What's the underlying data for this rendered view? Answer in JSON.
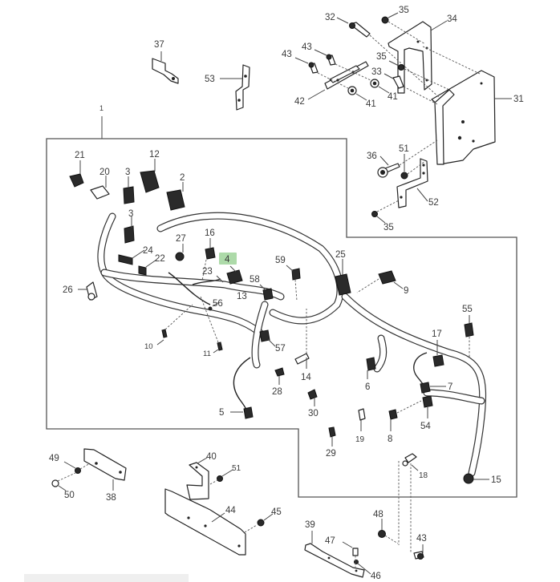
{
  "figure": {
    "type": "exploded parts diagram",
    "subject": "wiring harness assembly with mounting brackets",
    "highlighted_callout": "4",
    "highlight_color": "#9fd39a",
    "callouts": [
      {
        "id": "c1",
        "label": "1"
      },
      {
        "id": "c2",
        "label": "2"
      },
      {
        "id": "c3a",
        "label": "3"
      },
      {
        "id": "c3b",
        "label": "3"
      },
      {
        "id": "c4",
        "label": "4"
      },
      {
        "id": "c5",
        "label": "5"
      },
      {
        "id": "c6",
        "label": "6"
      },
      {
        "id": "c7",
        "label": "7"
      },
      {
        "id": "c8",
        "label": "8"
      },
      {
        "id": "c9",
        "label": "9"
      },
      {
        "id": "c10",
        "label": "10"
      },
      {
        "id": "c11",
        "label": "11"
      },
      {
        "id": "c12",
        "label": "12"
      },
      {
        "id": "c13",
        "label": "13"
      },
      {
        "id": "c14",
        "label": "14"
      },
      {
        "id": "c15",
        "label": "15"
      },
      {
        "id": "c16",
        "label": "16"
      },
      {
        "id": "c17",
        "label": "17"
      },
      {
        "id": "c18",
        "label": "18"
      },
      {
        "id": "c19",
        "label": "19"
      },
      {
        "id": "c20",
        "label": "20"
      },
      {
        "id": "c21",
        "label": "21"
      },
      {
        "id": "c22",
        "label": "22"
      },
      {
        "id": "c23",
        "label": "23"
      },
      {
        "id": "c24",
        "label": "24"
      },
      {
        "id": "c25",
        "label": "25"
      },
      {
        "id": "c26",
        "label": "26"
      },
      {
        "id": "c27",
        "label": "27"
      },
      {
        "id": "c28",
        "label": "28"
      },
      {
        "id": "c29",
        "label": "29"
      },
      {
        "id": "c30",
        "label": "30"
      },
      {
        "id": "c31",
        "label": "31"
      },
      {
        "id": "c32",
        "label": "32"
      },
      {
        "id": "c33",
        "label": "33"
      },
      {
        "id": "c34",
        "label": "34"
      },
      {
        "id": "c35a",
        "label": "35"
      },
      {
        "id": "c35b",
        "label": "35"
      },
      {
        "id": "c35c",
        "label": "35"
      },
      {
        "id": "c36",
        "label": "36"
      },
      {
        "id": "c37",
        "label": "37"
      },
      {
        "id": "c38",
        "label": "38"
      },
      {
        "id": "c39",
        "label": "39"
      },
      {
        "id": "c40",
        "label": "40"
      },
      {
        "id": "c41a",
        "label": "41"
      },
      {
        "id": "c41b",
        "label": "41"
      },
      {
        "id": "c42",
        "label": "42"
      },
      {
        "id": "c43a",
        "label": "43"
      },
      {
        "id": "c43b",
        "label": "43"
      },
      {
        "id": "c43c",
        "label": "43"
      },
      {
        "id": "c44",
        "label": "44"
      },
      {
        "id": "c45",
        "label": "45"
      },
      {
        "id": "c46",
        "label": "46"
      },
      {
        "id": "c47",
        "label": "47"
      },
      {
        "id": "c48",
        "label": "48"
      },
      {
        "id": "c49",
        "label": "49"
      },
      {
        "id": "c50",
        "label": "50"
      },
      {
        "id": "c51a",
        "label": "51"
      },
      {
        "id": "c51b",
        "label": "51"
      },
      {
        "id": "c52",
        "label": "52"
      },
      {
        "id": "c53",
        "label": "53"
      },
      {
        "id": "c54",
        "label": "54"
      },
      {
        "id": "c55",
        "label": "55"
      },
      {
        "id": "c56",
        "label": "56"
      },
      {
        "id": "c57",
        "label": "57"
      },
      {
        "id": "c58",
        "label": "58"
      },
      {
        "id": "c59",
        "label": "59"
      }
    ]
  }
}
